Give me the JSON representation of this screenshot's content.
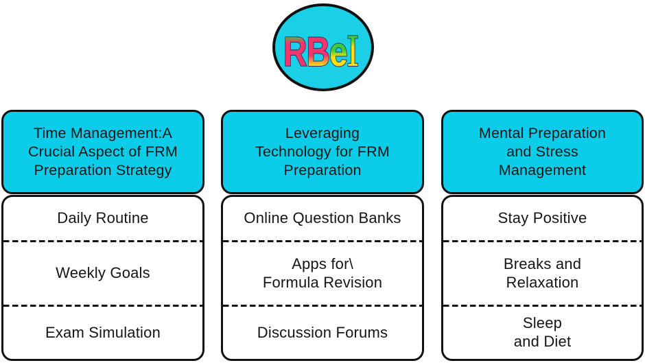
{
  "logo": {
    "letters": [
      "R",
      "B",
      "e",
      "I"
    ],
    "circle_color": "#1bcfe7",
    "letter_palette": {
      "green": "#3fcc3f",
      "pink": "#f1366e",
      "yellow": "#ffdf12"
    }
  },
  "colors": {
    "header_bg": "#0bcde9",
    "border": "#111111",
    "text": "#151515",
    "background": "#ffffff",
    "letter_outline": "#2a3158"
  },
  "columns": [
    {
      "header": "Time Management:A\nCrucial Aspect of FRM\nPreparation Strategy",
      "items": [
        "Daily Routine",
        "Weekly Goals",
        "Exam Simulation"
      ]
    },
    {
      "header": "Leveraging\nTechnology for FRM\nPreparation",
      "items": [
        "Online Question Banks",
        "Apps for\\\nFormula Revision",
        "Discussion Forums"
      ]
    },
    {
      "header": "Mental Preparation\nand Stress\nManagement",
      "items": [
        "Stay Positive",
        "Breaks and\nRelaxation",
        "Sleep\nand Diet"
      ]
    }
  ]
}
